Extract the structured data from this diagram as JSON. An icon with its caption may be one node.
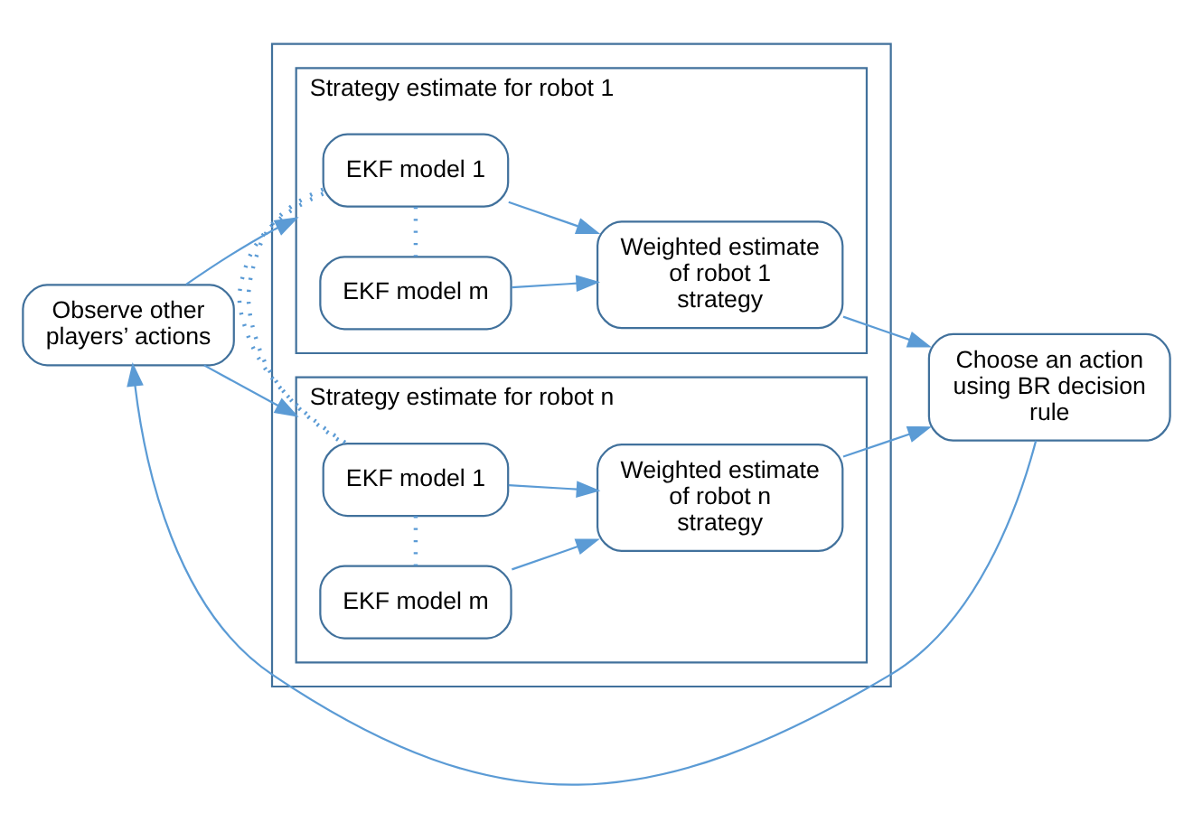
{
  "diagram": {
    "nodes": [
      {
        "text": [],
        "shape": "box"
      },
      {
        "text": [
          "Strategy estimate for robot 1"
        ],
        "in": 0
      },
      {
        "text": [
          "EKF model 1"
        ],
        "in": 1
      },
      {
        "text": [
          "EKF model m"
        ],
        "in": 1
      },
      {
        "text": [
          "Weighted estimate of robot 1 strategy"
        ],
        "in": 1
      },
      {
        "text": [
          "Strategy estimate for robot n"
        ],
        "in": 0
      },
      {
        "text": [
          "EKF model 1"
        ],
        "in": 5
      },
      {
        "text": [
          "EKF model m"
        ],
        "in": 5
      },
      {
        "text": [
          "Weighted estimate of robot n strategy"
        ],
        "in": 5
      },
      {
        "text": [
          "Observe other players’ actions"
        ]
      },
      {
        "text": [
          "Choose an action using BR decision rule"
        ]
      }
    ],
    "edges": [
      {
        "from": 2,
        "to": 4,
        "arrow": "to"
      },
      {
        "from": 2,
        "to": 3,
        "arrow": "none",
        "style": "dashed"
      },
      {
        "from": 3,
        "to": 4,
        "arrow": "to"
      },
      {
        "from": 6,
        "to": 8,
        "arrow": "to"
      },
      {
        "from": 6,
        "to": 7,
        "arrow": "none",
        "style": "dashed"
      },
      {
        "from": 7,
        "to": 8,
        "arrow": "to"
      },
      {
        "from": 1,
        "to": 5,
        "arrow": "none",
        "style": "dashed"
      },
      {
        "from": 9,
        "to": 1,
        "arrow": "to"
      },
      {
        "from": 9,
        "to": 5,
        "arrow": "to"
      },
      {
        "from": 4,
        "to": 10,
        "arrow": "to"
      },
      {
        "from": 8,
        "to": 10,
        "arrow": "to"
      },
      {
        "from": 10,
        "to": 9,
        "arrow": "to"
      }
    ]
  }
}
